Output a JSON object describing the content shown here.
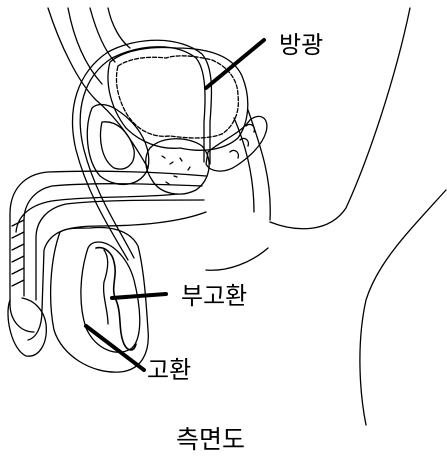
{
  "labels": {
    "bladder": "방광",
    "epididymis": "부고환",
    "testis": "고환"
  },
  "caption": "측면도",
  "colors": {
    "ink": "#000000",
    "background": "#ffffff"
  }
}
